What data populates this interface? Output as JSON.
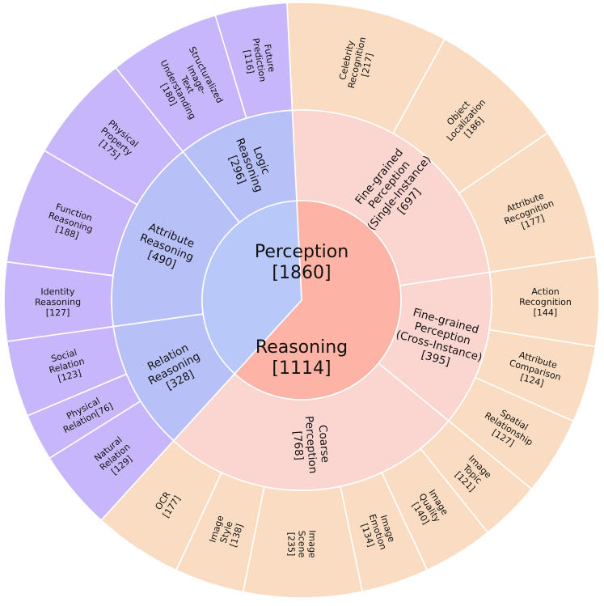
{
  "chart_data": {
    "type": "sunburst",
    "title": "",
    "center": [
      {
        "label": [
          "Perception",
          "[1860]"
        ],
        "value": 1860,
        "color": "#fdb3a5"
      },
      {
        "label": [
          "Reasoning",
          "[1114]"
        ],
        "value": 1114,
        "color": "#b8c8f9"
      }
    ],
    "middle": [
      {
        "label": [
          "Fine-grained",
          "Perception",
          "(Single-Instance)",
          "[697]"
        ],
        "value": 697,
        "parent": 0,
        "color": "#fbd5d0"
      },
      {
        "label": [
          "Fine-grained",
          "Perception",
          "(Cross-Instance)",
          "[395]"
        ],
        "value": 395,
        "parent": 0,
        "color": "#fbd5d0"
      },
      {
        "label": [
          "Relation",
          "Reasoning",
          "[328]"
        ],
        "value": 328,
        "parent": 1,
        "color": "#b8c0f8"
      },
      {
        "label": [
          "Attribute",
          "Reasoning",
          "[490]"
        ],
        "value": 490,
        "parent": 1,
        "color": "#b8c0f8"
      },
      {
        "label": [
          "Logic",
          "Reasoning",
          "[296]"
        ],
        "value": 296,
        "parent": 1,
        "color": "#b8c0f8"
      },
      {
        "label": [
          "Coarse",
          "Perception",
          "[768]"
        ],
        "value": 768,
        "parent": 0,
        "color": "#fbd5d0"
      }
    ],
    "outer": [
      {
        "label": [
          "Celebrity",
          "Recognition",
          "[217]"
        ],
        "value": 217,
        "parent": 0,
        "color": "#f9dcc1"
      },
      {
        "label": [
          "Object",
          "Localization",
          "[186]"
        ],
        "value": 186,
        "parent": 0,
        "color": "#f9dcc1"
      },
      {
        "label": [
          "Attribute",
          "Recognition",
          "[177]"
        ],
        "value": 177,
        "parent": 0,
        "color": "#f9dcc1"
      },
      {
        "label": [
          "Action",
          "Recognition",
          "[144]"
        ],
        "value": 144,
        "parent": 1,
        "color": "#f9dcc1"
      },
      {
        "label": [
          "Attribute",
          "Comparison",
          "[124]"
        ],
        "value": 124,
        "parent": 1,
        "color": "#f9dcc1"
      },
      {
        "label": [
          "Spatial",
          "Relationship",
          "[127]"
        ],
        "value": 127,
        "parent": 1,
        "color": "#f9dcc1"
      },
      {
        "label": [
          "Natural",
          "Relation",
          "[129]"
        ],
        "value": 129,
        "parent": 2,
        "color": "#c7b7fa"
      },
      {
        "label": [
          "Physical",
          "Relation[76]"
        ],
        "value": 76,
        "parent": 2,
        "color": "#c7b7fa"
      },
      {
        "label": [
          "Social",
          "Relation",
          "[123]"
        ],
        "value": 123,
        "parent": 2,
        "color": "#c7b7fa"
      },
      {
        "label": [
          "Identity",
          "Reasoning",
          "[127]"
        ],
        "value": 127,
        "parent": 3,
        "color": "#c7b7fa"
      },
      {
        "label": [
          "Function",
          "Reasoning",
          "[188]"
        ],
        "value": 188,
        "parent": 3,
        "color": "#c7b7fa"
      },
      {
        "label": [
          "Physical",
          "Property",
          "[175]"
        ],
        "value": 175,
        "parent": 3,
        "color": "#c7b7fa"
      },
      {
        "label": [
          "Structuralized",
          "Image-",
          "Text",
          "Understanding",
          "[180]"
        ],
        "value": 180,
        "parent": 4,
        "color": "#c7b7fa"
      },
      {
        "label": [
          "Future",
          "Prediction",
          "[116]"
        ],
        "value": 116,
        "parent": 4,
        "color": "#c7b7fa"
      },
      {
        "label": [
          "Image",
          "Topic",
          "[121]"
        ],
        "value": 121,
        "parent": 5,
        "color": "#f9dcc1"
      },
      {
        "label": [
          "Image",
          "Quality",
          "[140]"
        ],
        "value": 140,
        "parent": 5,
        "color": "#f9dcc1"
      },
      {
        "label": [
          "Image",
          "Emotion",
          "[134]"
        ],
        "value": 134,
        "parent": 5,
        "color": "#f9dcc1"
      },
      {
        "label": [
          "Image",
          "Scene",
          "[235]"
        ],
        "value": 235,
        "parent": 5,
        "color": "#f9dcc1"
      },
      {
        "label": [
          "Image",
          "Style",
          "[138]"
        ],
        "value": 138,
        "parent": 5,
        "color": "#f9dcc1"
      },
      {
        "label": [
          "OCR",
          "[177]"
        ],
        "value": 177,
        "parent": 5,
        "color": "#f9dcc1"
      }
    ]
  }
}
